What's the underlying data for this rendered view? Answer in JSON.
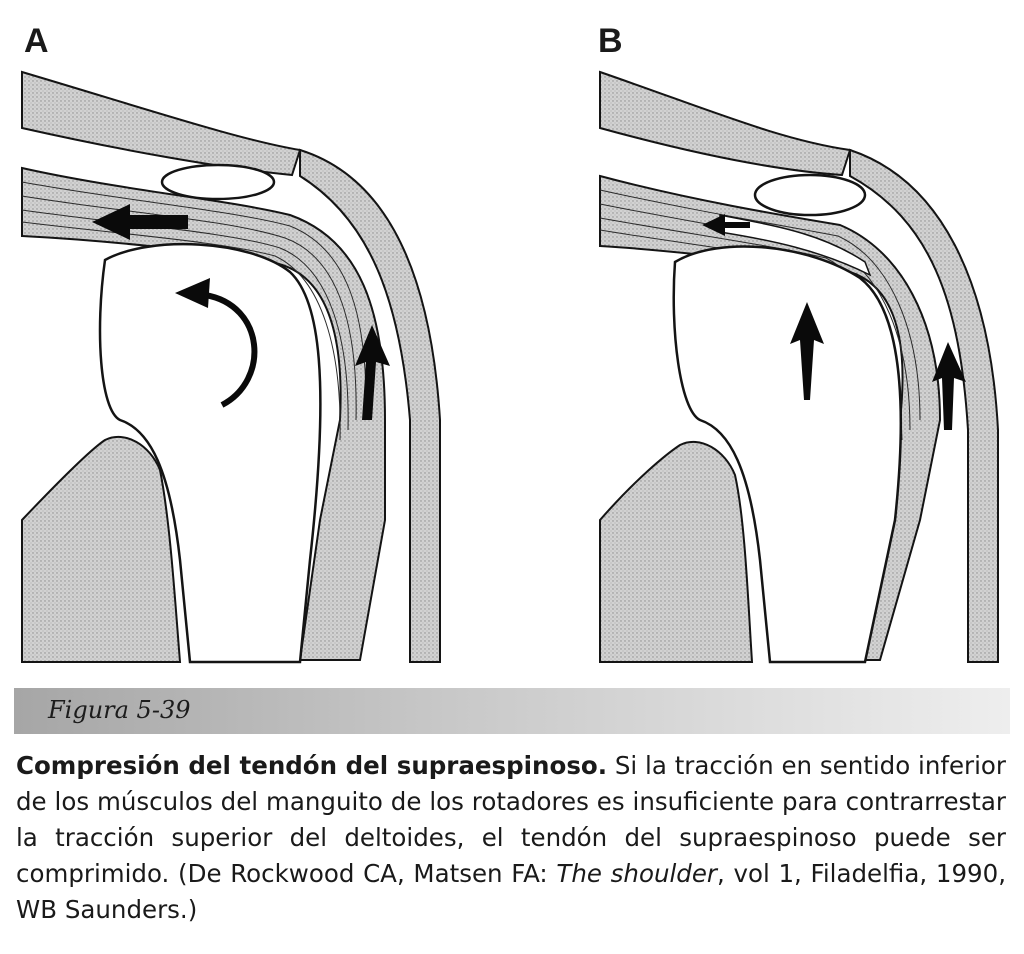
{
  "figure": {
    "panel_a_label": "A",
    "panel_b_label": "B",
    "figure_label": "Figura 5-39"
  },
  "caption": {
    "title": "Compresión del tendón del supraespinoso.",
    "text_part1": " Si la tracción en sentido inferior de los músculos del manguito de los rotadores es insuficiente para contrarrestar la tracción superior del deltoides, el tendón del supraespinoso puede ser comprimido. (De Rockwood CA, Matsen FA: ",
    "book_title": "The shoulder",
    "text_part2": ", vol 1, Filadelfia, 1990, WB Saunders.)"
  },
  "colors": {
    "stipple": "#c4c4c4",
    "outline": "#141414",
    "arrow": "#0a0a0a"
  }
}
